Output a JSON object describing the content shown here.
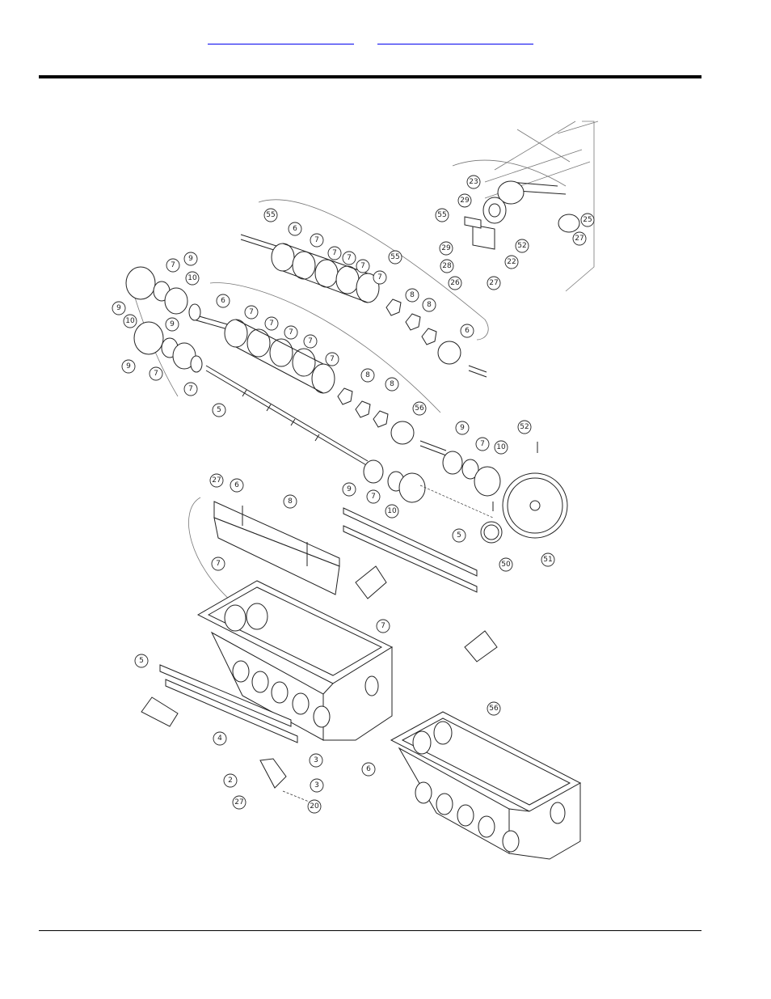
{
  "header": {
    "link_left": "",
    "link_right": ""
  },
  "diagram": {
    "callouts": [
      "55",
      "6",
      "7",
      "7",
      "7",
      "7",
      "7",
      "55",
      "8",
      "8",
      "6",
      "7",
      "9",
      "9",
      "10",
      "10",
      "9",
      "9",
      "7",
      "7",
      "5",
      "6",
      "7",
      "7",
      "7",
      "7",
      "7",
      "8",
      "8",
      "56",
      "9",
      "7",
      "10",
      "52",
      "9",
      "7",
      "10",
      "51",
      "50",
      "23",
      "29",
      "55",
      "29",
      "28",
      "26",
      "22",
      "27",
      "52",
      "25",
      "27",
      "27",
      "6",
      "8",
      "5",
      "7",
      "7",
      "5",
      "4",
      "3",
      "2",
      "27",
      "3",
      "20",
      "6",
      "56"
    ]
  }
}
